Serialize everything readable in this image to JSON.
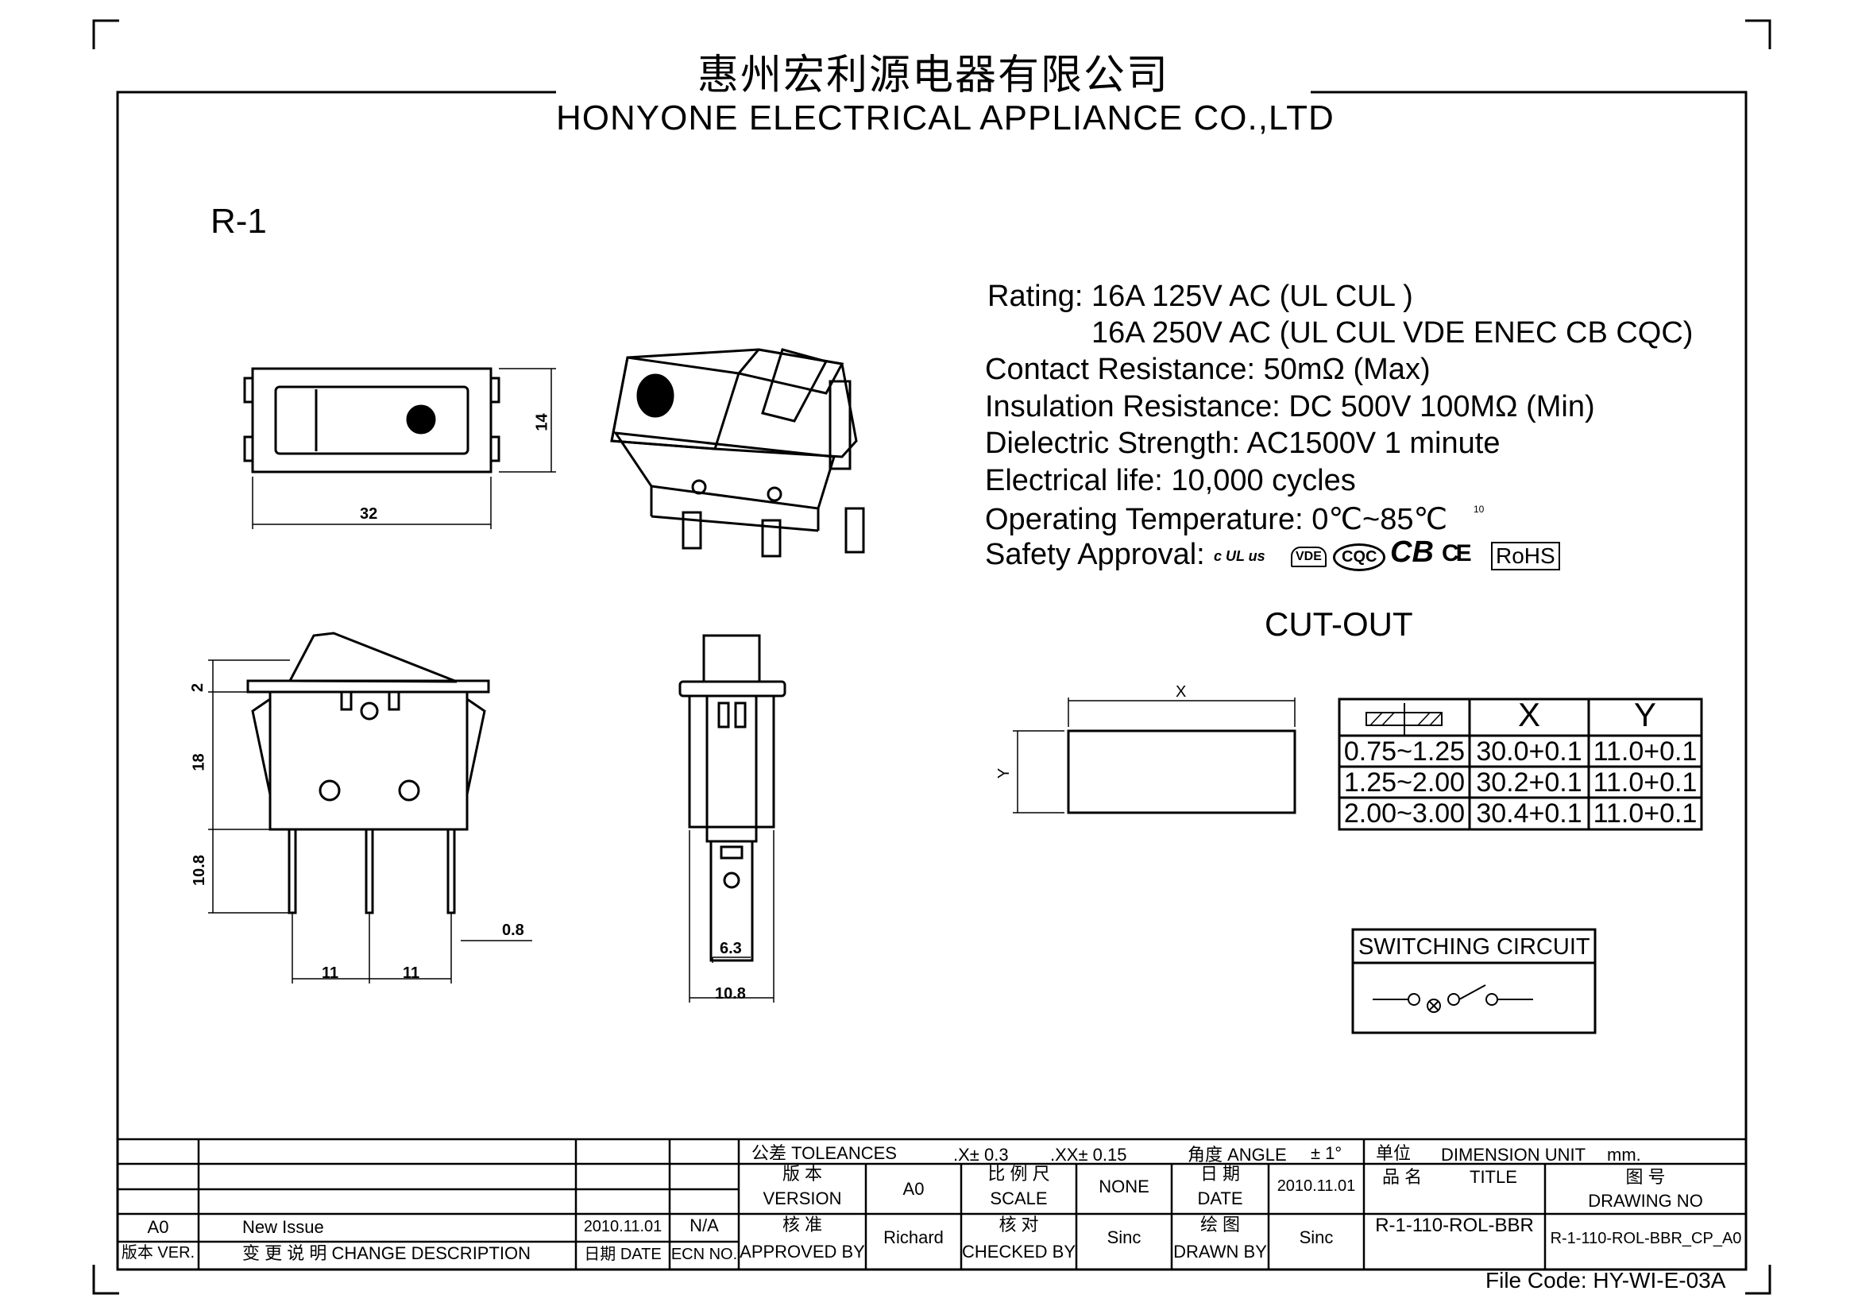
{
  "header": {
    "company_cn": "惠州宏利源电器有限公司",
    "company_en": "HONYONE  ELECTRICAL  APPLIANCE  CO.,LTD"
  },
  "model": "R-1",
  "specs": {
    "rating_1": "Rating: 16A 125V AC (UL  CUL  )",
    "rating_2": "16A 250V AC (UL  CUL  VDE ENEC CB CQC)",
    "contact_resistance": "Contact Resistance: 50mΩ (Max)",
    "insulation_resistance": "Insulation Resistance: DC 500V 100MΩ  (Min)",
    "dielectric_strength": "Dielectric Strength: AC1500V 1 minute",
    "electrical_life": "Electrical life: 10,000 cycles",
    "operating_temperature": "Operating Temperature: 0℃~85℃",
    "temp_superscript": "10",
    "safety_approval": "Safety Approval:",
    "approval_marks": [
      "c UL us",
      "VDE",
      "CQC",
      "CB",
      "CE",
      "RoHS"
    ]
  },
  "dimensions": {
    "top_width": "32",
    "top_height": "14",
    "side_cap": "2",
    "side_body": "18",
    "side_terminal": "10.8",
    "terminal_pitch_1": "11",
    "terminal_pitch_2": "11",
    "terminal_thickness": "0.8",
    "end_terminal_width": "6.3",
    "end_body_width": "10.8"
  },
  "cutout": {
    "title": "CUT-OUT",
    "x_label": "X",
    "y_label": "Y",
    "headers": [
      "X",
      "Y"
    ],
    "rows": [
      {
        "thickness": "0.75~1.25",
        "x": "30.0+0.1",
        "y": "11.0+0.1"
      },
      {
        "thickness": "1.25~2.00",
        "x": "30.2+0.1",
        "y": "11.0+0.1"
      },
      {
        "thickness": "2.00~3.00",
        "x": "30.4+0.1",
        "y": "11.0+0.1"
      }
    ]
  },
  "switching_circuit": {
    "title": "SWITCHING CIRCUIT"
  },
  "title_block": {
    "tolerances_label": "公差 TOLEANCES",
    "tol_x": ".X± 0.3",
    "tol_xx": ".XX± 0.15",
    "angle_label": "角度 ANGLE",
    "angle_value": "± 1°",
    "unit_label": "单位",
    "unit_text": "DIMENSION UNIT",
    "unit_value": "mm.",
    "version_cn": "版 本",
    "version_en": "VERSION",
    "version_value": "A0",
    "scale_cn": "比 例 尺",
    "scale_en": "SCALE",
    "scale_value": "NONE",
    "date_cn": "日 期",
    "date_en": "DATE",
    "date_value": "2010.11.01",
    "product_cn": "品 名",
    "product_en": "TITLE",
    "drawing_no_cn": "图 号",
    "drawing_no_en": "DRAWING NO",
    "title_value": "R-1-110-ROL-BBR",
    "drawing_no_value": "R-1-110-ROL-BBR_CP_A0",
    "approved_cn": "核 准",
    "approved_en": "APPROVED BY",
    "approved_value": "Richard",
    "checked_cn": "核 对",
    "checked_en": "CHECKED BY",
    "checked_value": "Sinc",
    "drawn_cn": "绘 图",
    "drawn_en": "DRAWN BY",
    "drawn_value": "Sinc",
    "rev_row": {
      "ver": "A0",
      "desc": "New Issue",
      "date": "2010.11.01",
      "ecn": "N/A"
    },
    "rev_header": {
      "ver": "版本 VER.",
      "desc": "变 更 说 明  CHANGE DESCRIPTION",
      "date": "日期 DATE",
      "ecn": "ECN NO."
    }
  },
  "file_code": "File Code: HY-WI-E-03A"
}
